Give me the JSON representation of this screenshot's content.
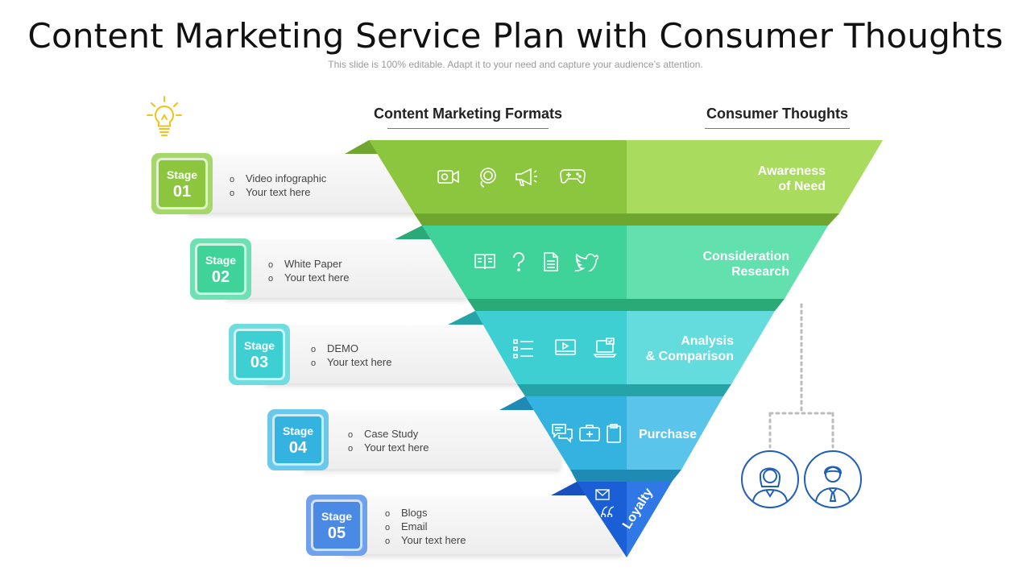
{
  "header": {
    "title": "Content Marketing Service Plan with Consumer Thoughts",
    "subtitle": "This slide is 100% editable. Adapt it to your need and capture your audience’s attention."
  },
  "columns": {
    "formats": "Content Marketing Formats",
    "thoughts": "Consumer Thoughts"
  },
  "stages": [
    {
      "label": "Stage",
      "number": "01",
      "color": "#8cc63f",
      "bullets": [
        "Video infographic",
        "Your text here"
      ],
      "thought_lines": [
        "Awareness",
        "of Need"
      ],
      "icons": [
        "video-camera-icon",
        "lasso-icon",
        "megaphone-icon",
        "gamepad-icon"
      ]
    },
    {
      "label": "Stage",
      "number": "02",
      "color": "#3fd39a",
      "bullets": [
        "White Paper",
        "Your text here"
      ],
      "thought_lines": [
        "Consideration",
        "Research"
      ],
      "icons": [
        "book-icon",
        "question-mark-icon",
        "document-icon",
        "twitter-bird-icon"
      ]
    },
    {
      "label": "Stage",
      "number": "03",
      "color": "#3ecfd2",
      "bullets": [
        "DEMO",
        "Your text here"
      ],
      "thought_lines": [
        "Analysis",
        "& Comparison"
      ],
      "icons": [
        "checklist-icon",
        "video-player-icon",
        "laptop-icon"
      ]
    },
    {
      "label": "Stage",
      "number": "04",
      "color": "#35b3e0",
      "bullets": [
        "Case Study",
        "Your text here"
      ],
      "thought_lines": [
        "Purchase"
      ],
      "icons": [
        "chat-bubbles-icon",
        "first-aid-kit-icon",
        "clipboard-icon"
      ]
    },
    {
      "label": "Stage",
      "number": "05",
      "color": "#3d7fe0",
      "bullets": [
        "Blogs",
        "Email",
        "Your text here"
      ],
      "thought_lines": [
        "Loyalty"
      ],
      "icons": [
        "envelope-icon",
        "quote-icon"
      ]
    }
  ],
  "people_icons": [
    "female-consumer-icon",
    "male-consumer-icon"
  ],
  "colors": {
    "stage1": "#8cc63f",
    "stage2": "#3fd39a",
    "stage3": "#3ecfd2",
    "stage4": "#35b3e0",
    "stage5": "#3d7fe0",
    "people_outline": "#1f5fb5",
    "bulb": "#f2c318"
  }
}
